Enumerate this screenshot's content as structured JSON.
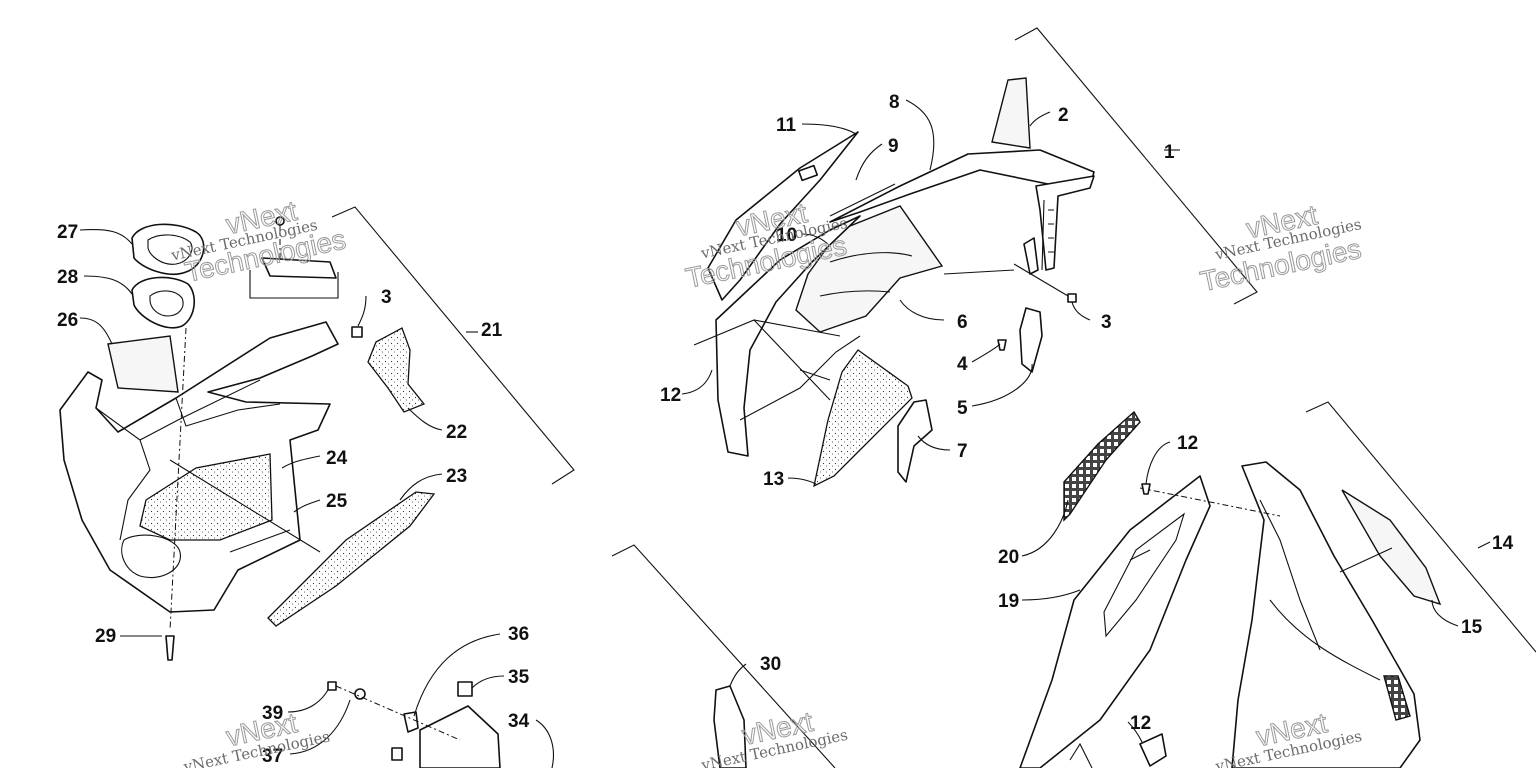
{
  "labels": [
    "1",
    "2",
    "3",
    "3",
    "4",
    "5",
    "6",
    "7",
    "8",
    "9",
    "10",
    "11",
    "12",
    "12",
    "12",
    "13",
    "14",
    "15",
    "19",
    "20",
    "21",
    "22",
    "23",
    "24",
    "25",
    "26",
    "27",
    "28",
    "29",
    "30",
    "34",
    "35",
    "36",
    "37",
    "39"
  ],
  "watermarks": {
    "company": "vNext Technologies",
    "brand_line1": "vNext",
    "brand_line2": "Technologies"
  }
}
